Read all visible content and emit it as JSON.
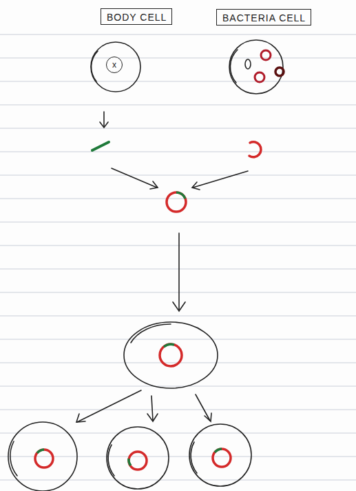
{
  "diagram": {
    "nodes": [
      {
        "text": [
          "BODY CELL"
        ]
      },
      {
        "text": [
          "BACTERIA CELL"
        ]
      },
      {
        "text": [
          "x"
        ]
      }
    ]
  }
}
